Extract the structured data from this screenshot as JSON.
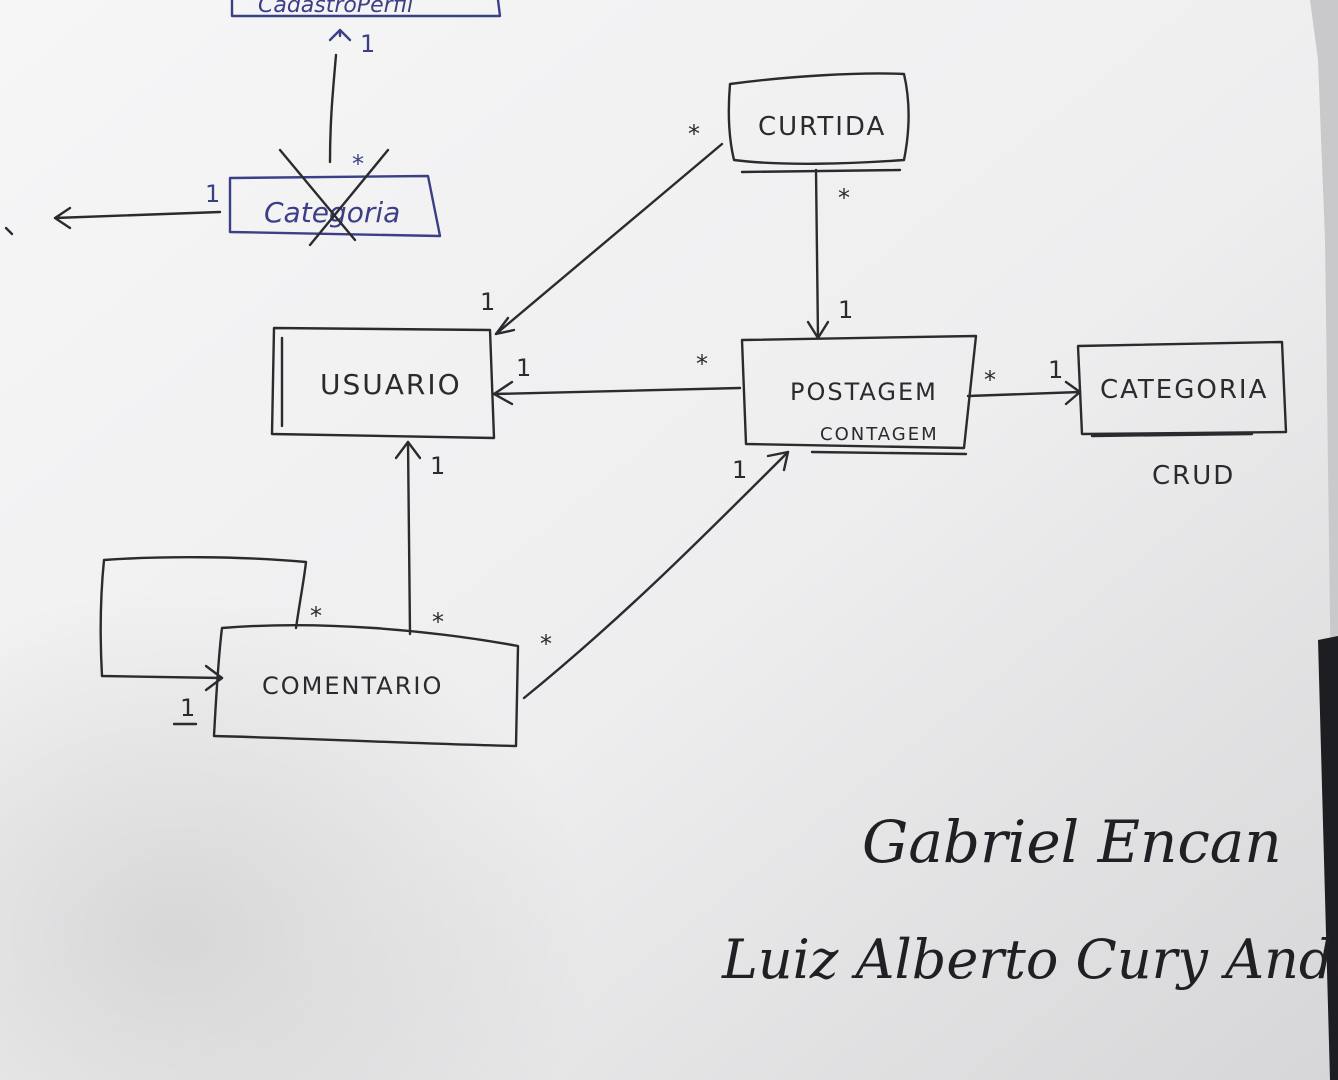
{
  "entities": {
    "usuario": "USUARIO",
    "postagem": "POSTAGEM",
    "postagem_sub": "CONTAGEM",
    "curtida": "CURTIDA",
    "categoria": "CATEGORIA",
    "categoria_note": "CRUD",
    "comentario": "COMENTARIO",
    "categoria_old": "Categoria",
    "top_box": "CadastroPerfil"
  },
  "multiplicities": {
    "curtida_usuario_many": "*",
    "curtida_usuario_one": "1",
    "curtida_postagem_many": "*",
    "curtida_postagem_one": "1",
    "postagem_usuario_many": "*",
    "postagem_usuario_one": "1",
    "postagem_categoria_many": "*",
    "postagem_categoria_one": "1",
    "comentario_usuario_many": "*",
    "comentario_usuario_one": "1",
    "comentario_postagem_many": "*",
    "comentario_postagem_one": "1",
    "comentario_self_many": "*",
    "comentario_self_one": "1",
    "top_one": "1",
    "categoria_old_many": "*",
    "categoria_old_one": "1"
  },
  "signatures": [
    "Gabriel Encan",
    "Luiz Alberto Cury Andaleco"
  ],
  "colors": {
    "pencil": "#2b2b2f",
    "blue_ink": "#3b3f86",
    "paper": "#f3f3f4"
  }
}
